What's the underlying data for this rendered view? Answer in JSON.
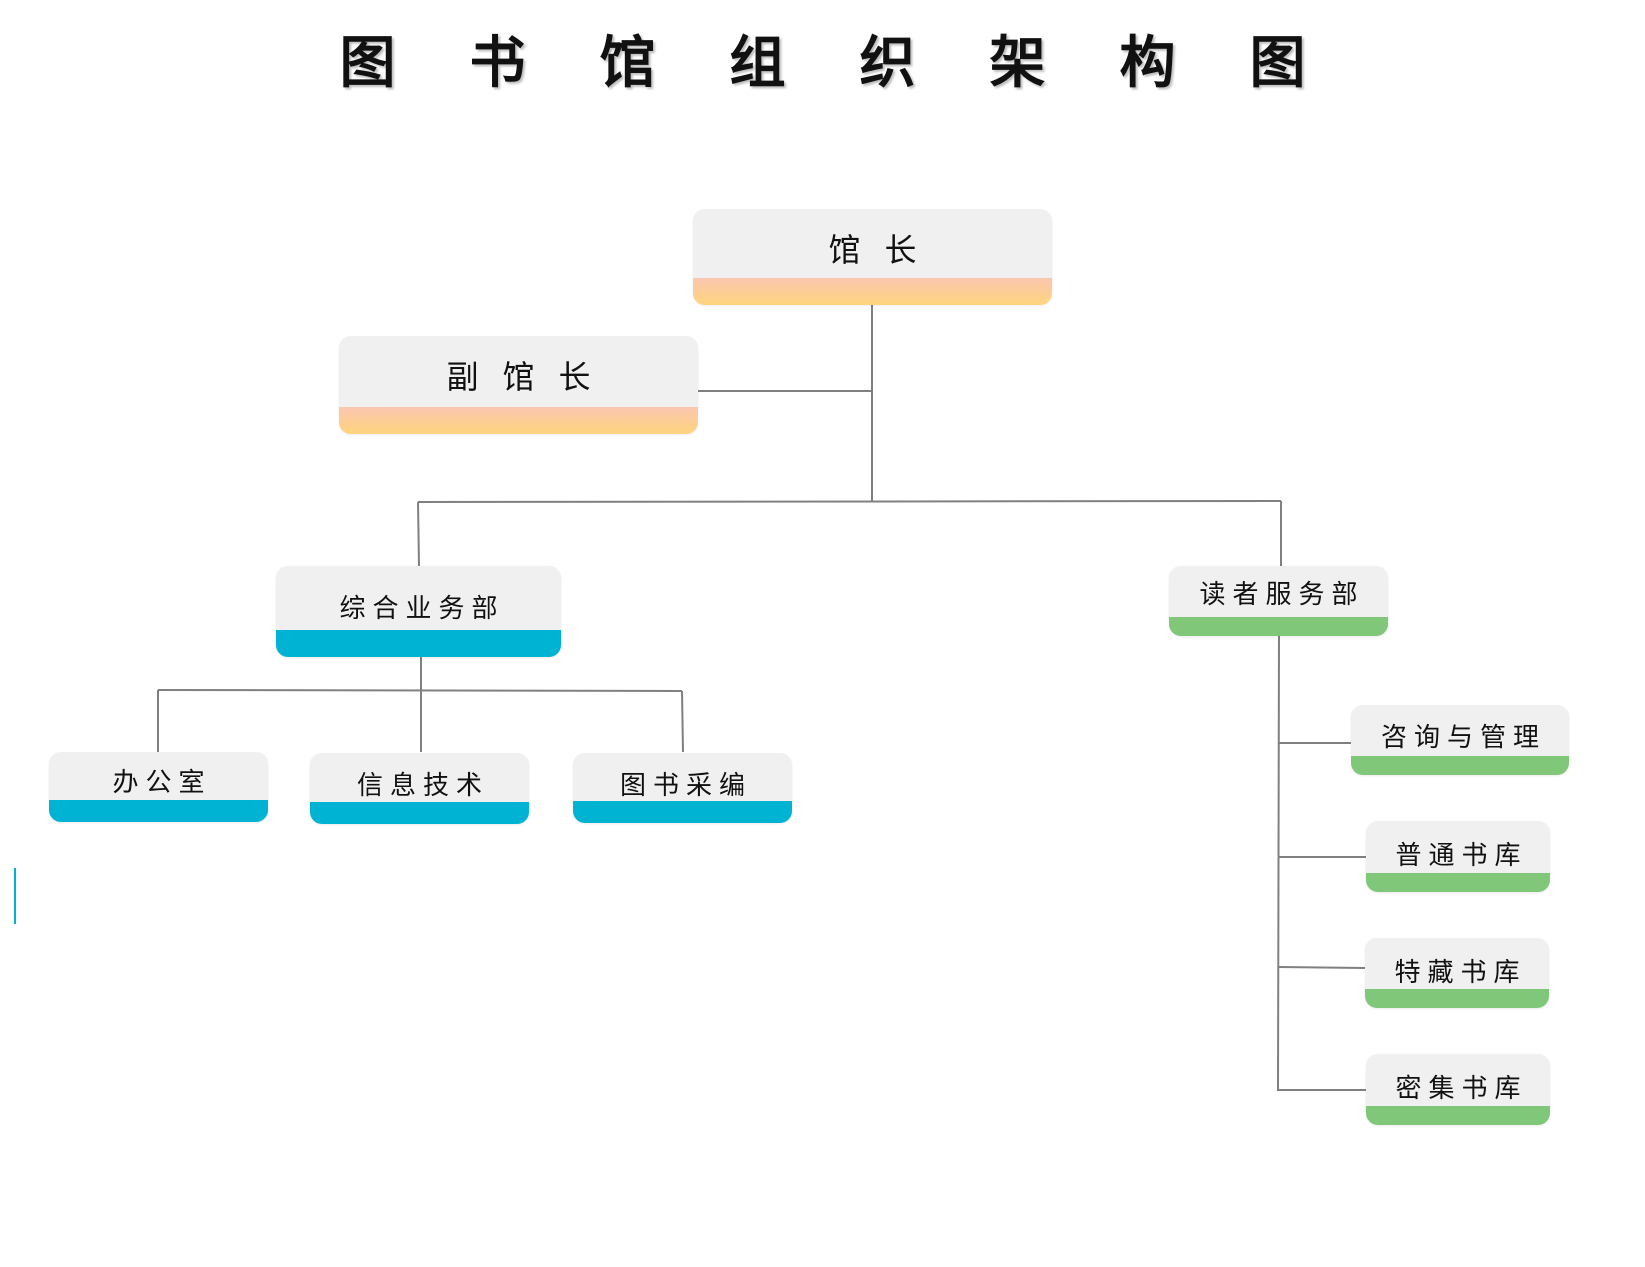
{
  "title": "图书馆组织架构图",
  "colors": {
    "line": "#808080",
    "leadership_band": "#ffd47d",
    "general_affairs_band": "#00b3d3",
    "reader_services_band": "#80c77a",
    "box_fill": "#f0f0f0"
  },
  "nodes": {
    "director": "馆长",
    "deputy_director": "副馆长",
    "general_affairs_dept": "综合业务部",
    "reader_services_dept": "读者服务部",
    "office": "办公室",
    "information_technology": "信息技术",
    "acquisition_cataloging": "图书采编",
    "consulting_management": "咨询与管理",
    "general_stacks": "普通书库",
    "special_collections": "特藏书库",
    "compact_stacks": "密集书库"
  }
}
